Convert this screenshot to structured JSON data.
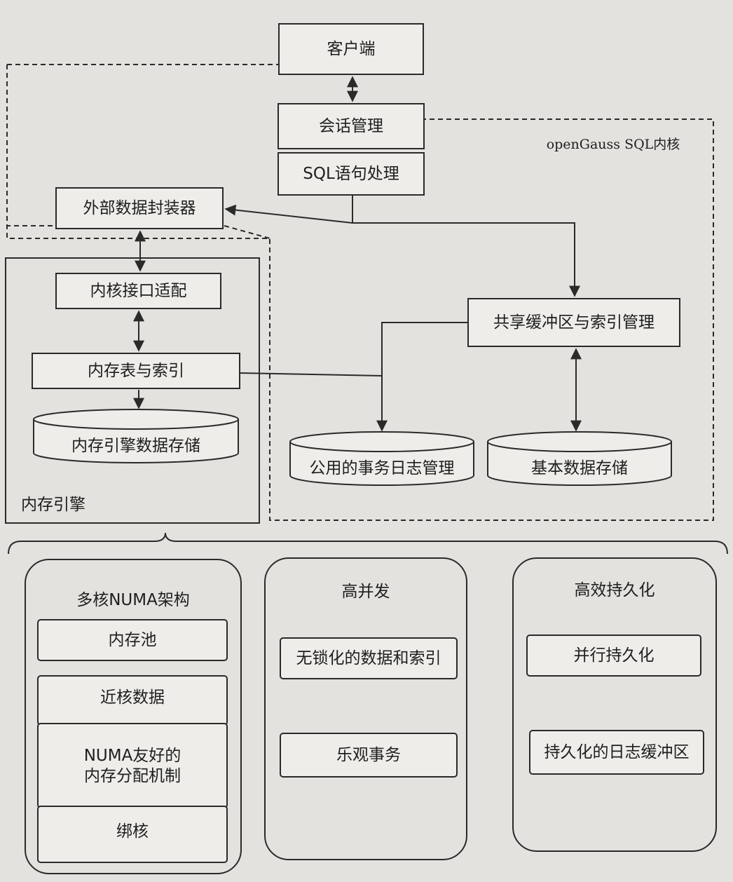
{
  "colors": {
    "background": "#e3e2de",
    "box_fill": "#eeede9",
    "stroke": "#2a2a2a",
    "text": "#1e1e1e"
  },
  "architecture": {
    "client": "客户端",
    "session_mgmt": "会话管理",
    "sql_processing": "SQL语句处理",
    "fdw": "外部数据封装器",
    "kernel_region_label": "openGauss SQL内核",
    "kernel_adapter": "内核接口适配",
    "mem_tables": "内存表与索引",
    "mem_storage": "内存引擎数据存储",
    "mem_engine_label": "内存引擎",
    "shared_buffer": "共享缓冲区与索引管理",
    "txn_log": "公用的事务日志管理",
    "base_storage": "基本数据存储"
  },
  "features": {
    "numa": {
      "title": "多核NUMA架构",
      "items": [
        "内存池",
        "近核数据",
        "NUMA友好的\n内存分配机制",
        "绑核"
      ]
    },
    "concurrency": {
      "title": "高并发",
      "items": [
        "无锁化的数据和索引",
        "乐观事务"
      ]
    },
    "durability": {
      "title": "高效持久化",
      "items": [
        "并行持久化",
        "持久化的日志缓冲区"
      ]
    }
  }
}
